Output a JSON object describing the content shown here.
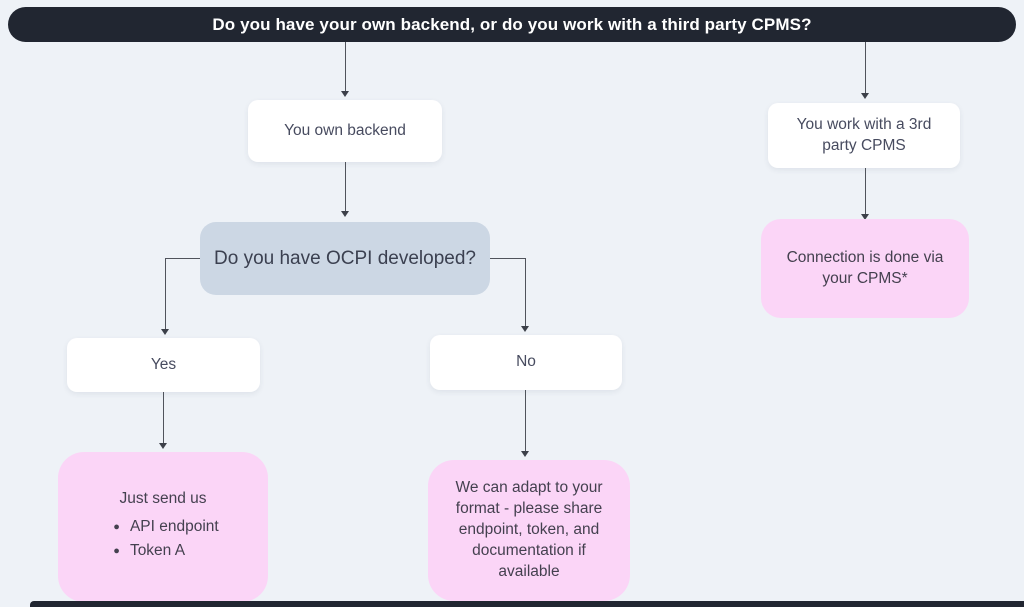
{
  "banner": {
    "label": "Do you have your own backend, or do you work with a third party CPMS?"
  },
  "nodes": {
    "own_backend": {
      "label": "You own backend"
    },
    "ocpi_question": {
      "label": "Do you have OCPI developed?"
    },
    "yes": {
      "label": "Yes"
    },
    "no": {
      "label": "No"
    },
    "third_party": {
      "label": "You work with a 3rd party CPMS"
    },
    "send_us": {
      "heading": "Just send us",
      "bullets": [
        "API endpoint",
        "Token A"
      ]
    },
    "adapt": {
      "label": "We can adapt to your format - please share endpoint, token, and documentation if available"
    },
    "cpms_connection": {
      "label": "Connection is done via your CPMS*"
    }
  },
  "colors": {
    "background": "#eef2f7",
    "banner": "#212631",
    "question_box": "#ccd7e4",
    "result_box": "#fbd5f7",
    "node_box": "#ffffff",
    "connector": "#50545c"
  }
}
